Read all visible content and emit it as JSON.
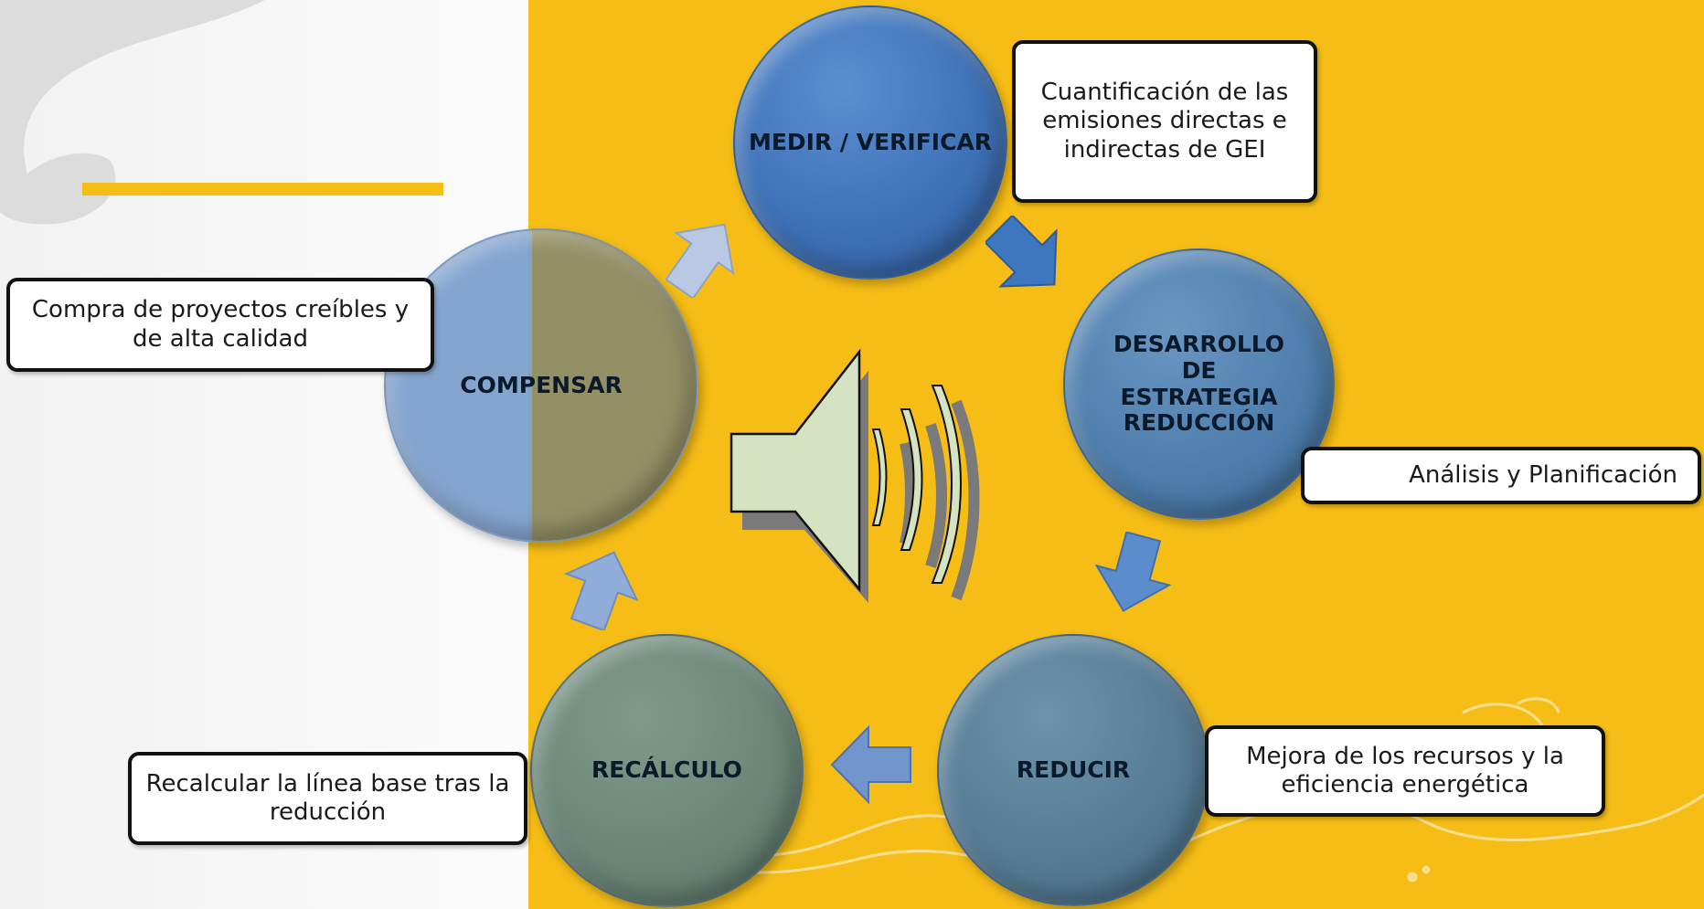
{
  "colors": {
    "background_yellow": "#f6bd16",
    "circle_medir": "#3f72b8",
    "circle_desarrollo": "#4f7fae",
    "circle_reducir": "#577d96",
    "circle_recalculo": "#6c8779",
    "circle_compensar": "#7ea0ce",
    "speaker_fill": "#d5e3c3"
  },
  "cycle": {
    "medir": "MEDIR / VERIFICAR",
    "desarrollo": "DESARROLLO DE ESTRATEGIA REDUCCIÓN",
    "reducir": "REDUCIR",
    "recalculo": "RECÁLCULO",
    "compensar": "COMPENSAR"
  },
  "callouts": {
    "cuantificacion": "Cuantificación de las emisiones directas e indirectas de GEI",
    "analisis": "Análisis y Planificación",
    "mejora": "Mejora de los recursos y la eficiencia energética",
    "recalcular": "Recalcular la línea base tras la reducción",
    "compra": "Compra de proyectos creíbles y de alta calidad"
  },
  "icons": {
    "center": "speaker-icon",
    "arrows": "block-arrow-icon"
  }
}
